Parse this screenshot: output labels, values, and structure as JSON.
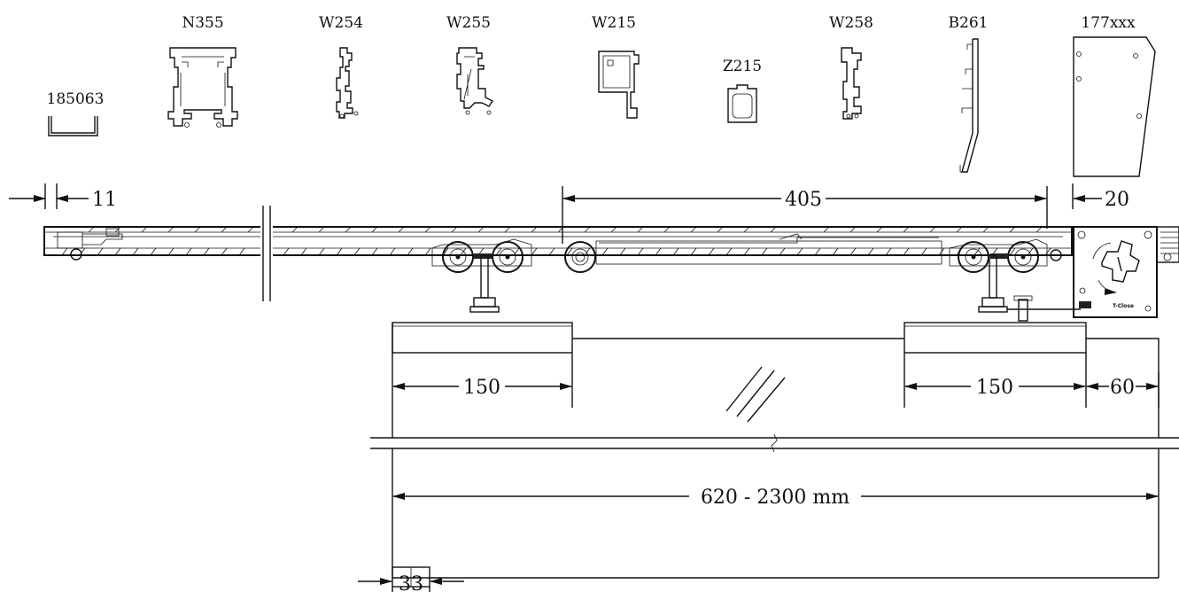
{
  "profiles": [
    {
      "code": "185063"
    },
    {
      "code": "N355"
    },
    {
      "code": "W254"
    },
    {
      "code": "W255"
    },
    {
      "code": "W215"
    },
    {
      "code": "Z215"
    },
    {
      "code": "W258"
    },
    {
      "code": "B261"
    },
    {
      "code": "177xxx"
    }
  ],
  "dimensions": {
    "d11": "11",
    "d405": "405",
    "d20": "20",
    "d150_left": "150",
    "d150_right": "150",
    "d60": "60",
    "d_range": "620 - 2300 mm",
    "d33": "33"
  },
  "damper": {
    "brand_text": "T-Close"
  }
}
